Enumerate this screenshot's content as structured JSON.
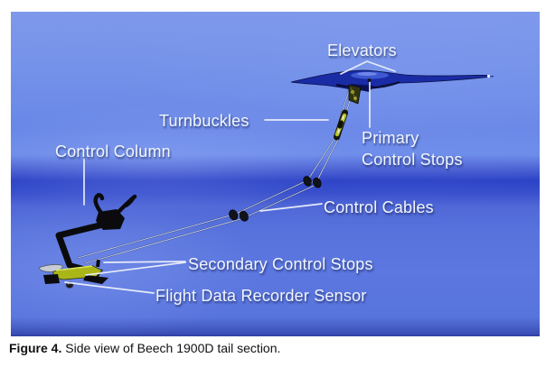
{
  "figure": {
    "annotations": {
      "elevators": "Elevators",
      "turnbuckles": "Turnbuckles",
      "primary_control_stops_line1": "Primary",
      "primary_control_stops_line2": "Control Stops",
      "control_column": "Control Column",
      "control_cables": "Control Cables",
      "secondary_control_stops": "Secondary Control Stops",
      "flight_data_recorder_sensor": "Flight Data Recorder Sensor"
    },
    "colors": {
      "sky_top": "#7E99EB",
      "horizon_band": "#2C42C6",
      "lower_blue": "#5873DC",
      "aircraft_fill": "#1A2BA6",
      "turnbuckle": "#B8C431",
      "base_assembly_fill": "#AAB618",
      "label_text": "#F2F6FC"
    }
  },
  "caption": {
    "prefix": "Figure 4.",
    "text": "Side view of Beech 1900D tail section."
  }
}
